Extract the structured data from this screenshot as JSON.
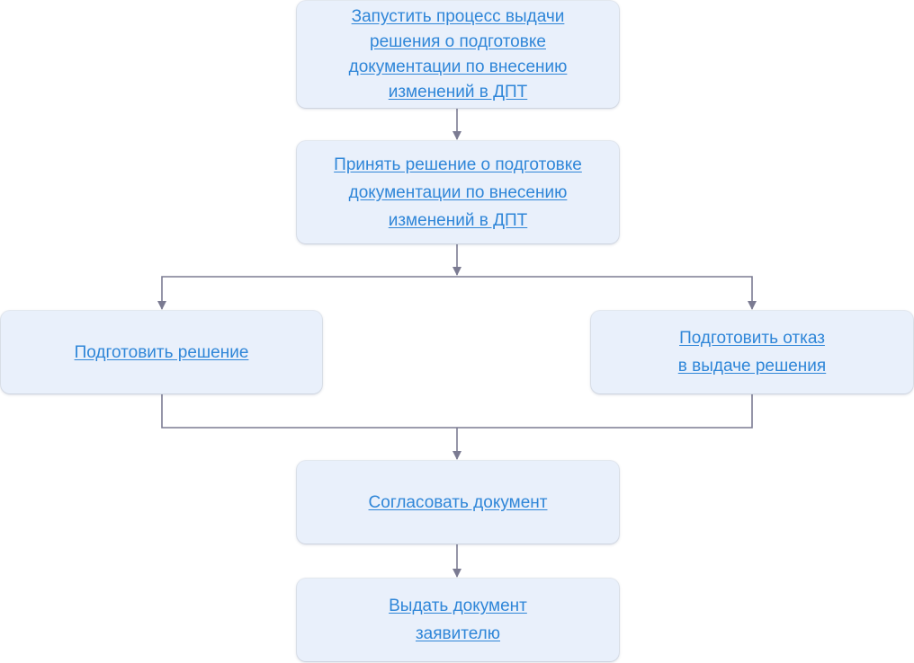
{
  "nodes": [
    {
      "id": "start",
      "label": "Запустить процесс выдачи \nрешения о подготовке \nдокументации по внесению \nизменений в ДПТ"
    },
    {
      "id": "decide",
      "label": "Принять решение о подготовке \nдокументации по внесению \nизменений в ДПТ"
    },
    {
      "id": "prepare_decision",
      "label": "Подготовить решение"
    },
    {
      "id": "prepare_refusal",
      "label": "Подготовить отказ \nв выдаче решения"
    },
    {
      "id": "approve",
      "label": "Согласовать документ"
    },
    {
      "id": "issue",
      "label": "Выдать документ \nзаявителю"
    }
  ],
  "edges": [
    {
      "from": "start",
      "to": "decide"
    },
    {
      "from": "decide",
      "to": "prepare_decision"
    },
    {
      "from": "decide",
      "to": "prepare_refusal"
    },
    {
      "from": "prepare_decision",
      "to": "approve"
    },
    {
      "from": "prepare_refusal",
      "to": "approve"
    },
    {
      "from": "approve",
      "to": "issue"
    }
  ],
  "colors": {
    "node_fill": "#e9f0fb",
    "link_text": "#2f86d8",
    "connector": "#7b7b92"
  }
}
